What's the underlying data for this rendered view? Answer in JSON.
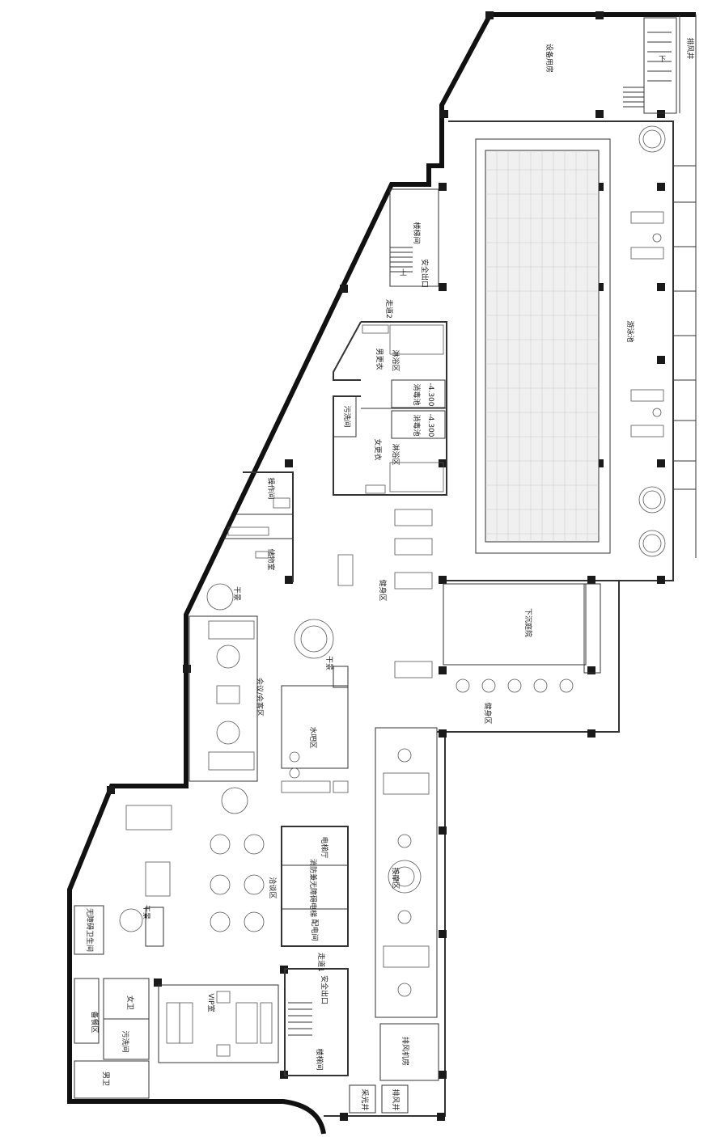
{
  "rooms": {
    "equipment_room": "设备用房",
    "pool": "游泳池",
    "stair_room_top": "楼梯间",
    "exit_top": "安全出口",
    "corridor2": "走道2",
    "male_locker": "男更衣",
    "shower_top": "淋浴区",
    "disinfection_pool_1": "消毒池",
    "disinfection_pool_2": "消毒池",
    "level_1": "-4.300",
    "level_2": "-4.300",
    "dirty_room_top": "污洗间",
    "female_locker": "女更衣",
    "shower_bottom": "淋浴区",
    "operation_room": "操作间",
    "storage_room": "储物室",
    "fitness_area_top": "健身区",
    "dry_landscape_1": "干景",
    "dry_landscape_2": "干景",
    "dry_landscape_3": "干景",
    "downward_courtyard": "下沉庭院",
    "fitness_area_right": "健身区",
    "meeting_room": "会议/会客区",
    "water_bar": "水吧区",
    "elevator_hall": "电梯厅",
    "fire_elevator": "消防兼无障碍电梯",
    "electrical_room": "配电间",
    "dining_area": "洽谈区",
    "massage_area": "按摩区",
    "accessible_toilet": "无障碍卫生间",
    "corridor1": "走道1",
    "exit_bottom": "安全出口",
    "stair_room_bottom": "楼梯间",
    "exhaust_room": "排风机房",
    "vip_room": "VIP室",
    "female_toilet": "女卫",
    "dirty_room_bottom": "污洗间",
    "pantry": "备餐区",
    "male_toilet": "男卫",
    "exhaust_well": "排风井",
    "light_well": "采光井"
  },
  "annotations": {
    "up": "上",
    "down": "下"
  },
  "colors": {
    "wall": "#111111",
    "line": "#333333",
    "hatch": "#bbbbbb"
  }
}
